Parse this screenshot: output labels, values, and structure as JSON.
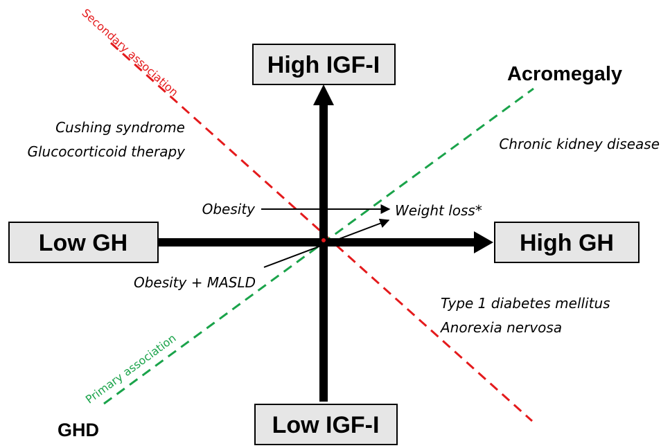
{
  "boxes": {
    "high_igf": "High IGF-I",
    "low_igf": "Low IGF-I",
    "low_gh": "Low GH",
    "high_gh": "High GH"
  },
  "endpoints": {
    "acromegaly": "Acromegaly",
    "ghd": "GHD"
  },
  "associations": {
    "secondary": "Secondary association",
    "primary": "Primary association"
  },
  "conditions": {
    "cushing": "Cushing syndrome",
    "glucocorticoid": "Glucocorticoid therapy",
    "ckd": "Chronic kidney disease",
    "obesity": "Obesity",
    "weight_loss": "Weight loss*",
    "obesity_masld": "Obesity + MASLD",
    "t1dm": "Type 1 diabetes mellitus",
    "anorexia": "Anorexia nervosa"
  },
  "colors": {
    "secondary": "#e41a1c",
    "primary": "#1aa34a",
    "box_fill": "#e6e6e6",
    "axis": "#000000"
  }
}
